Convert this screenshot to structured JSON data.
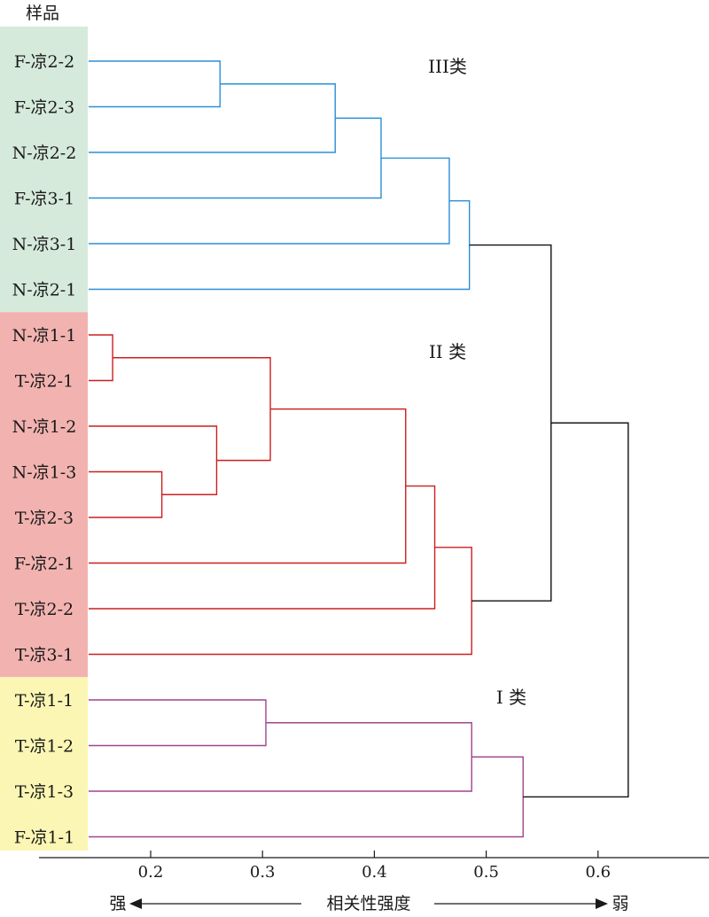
{
  "chart_data": {
    "type": "dendrogram",
    "sample_header": "样品",
    "leaves": [
      {
        "label": "F-凉2-2",
        "group": "III"
      },
      {
        "label": "F-凉2-3",
        "group": "III"
      },
      {
        "label": "N-凉2-2",
        "group": "III"
      },
      {
        "label": "F-凉3-1",
        "group": "III"
      },
      {
        "label": "N-凉3-1",
        "group": "III"
      },
      {
        "label": "N-凉2-1",
        "group": "III"
      },
      {
        "label": "N-凉1-1",
        "group": "II"
      },
      {
        "label": "T-凉2-1",
        "group": "II"
      },
      {
        "label": "N-凉1-2",
        "group": "II"
      },
      {
        "label": "N-凉1-3",
        "group": "II"
      },
      {
        "label": "T-凉2-3",
        "group": "II"
      },
      {
        "label": "F-凉2-1",
        "group": "II"
      },
      {
        "label": "T-凉2-2",
        "group": "II"
      },
      {
        "label": "T-凉3-1",
        "group": "II"
      },
      {
        "label": "T-凉1-1",
        "group": "I"
      },
      {
        "label": "T-凉1-2",
        "group": "I"
      },
      {
        "label": "T-凉1-3",
        "group": "I"
      },
      {
        "label": "F-凉1-1",
        "group": "I"
      }
    ],
    "merges": [
      {
        "left": 0,
        "right": 1,
        "height": 0.262,
        "group": "III"
      },
      {
        "left": 18,
        "right": 2,
        "height": 0.365,
        "group": "III"
      },
      {
        "left": 19,
        "right": 3,
        "height": 0.406,
        "group": "III"
      },
      {
        "left": 20,
        "right": 4,
        "height": 0.467,
        "group": "III"
      },
      {
        "left": 21,
        "right": 5,
        "height": 0.485,
        "group": "III"
      },
      {
        "left": 6,
        "right": 7,
        "height": 0.166,
        "group": "II"
      },
      {
        "left": 9,
        "right": 10,
        "height": 0.21,
        "group": "II"
      },
      {
        "left": 8,
        "right": 24,
        "height": 0.259,
        "group": "II"
      },
      {
        "left": 23,
        "right": 25,
        "height": 0.307,
        "group": "II"
      },
      {
        "left": 26,
        "right": 11,
        "height": 0.428,
        "group": "II"
      },
      {
        "left": 27,
        "right": 12,
        "height": 0.454,
        "group": "II"
      },
      {
        "left": 28,
        "right": 13,
        "height": 0.487,
        "group": "II"
      },
      {
        "left": 14,
        "right": 15,
        "height": 0.303,
        "group": "I"
      },
      {
        "left": 30,
        "right": 16,
        "height": 0.487,
        "group": "I"
      },
      {
        "left": 31,
        "right": 17,
        "height": 0.533,
        "group": "I"
      },
      {
        "left": 22,
        "right": 29,
        "height": 0.558,
        "group": "root"
      },
      {
        "left": 33,
        "right": 32,
        "height": 0.627,
        "group": "root"
      }
    ],
    "groups": {
      "III": {
        "label": "III类",
        "color": "#2b8fd6",
        "band": "#d6eadc"
      },
      "II": {
        "label": "II 类",
        "color": "#cc1f1f",
        "band": "#f2b3b0"
      },
      "I": {
        "label": "I 类",
        "color": "#a0448c",
        "band": "#fbf6b3"
      },
      "root": {
        "color": "#111111"
      }
    },
    "x_ticks": [
      "0.2",
      "0.3",
      "0.4",
      "0.5",
      "0.6"
    ],
    "x_tick_values": [
      0.2,
      0.3,
      0.4,
      0.5,
      0.6
    ],
    "xlabel": "相关性强度",
    "x_left_label": "强",
    "x_right_label": "弱"
  }
}
